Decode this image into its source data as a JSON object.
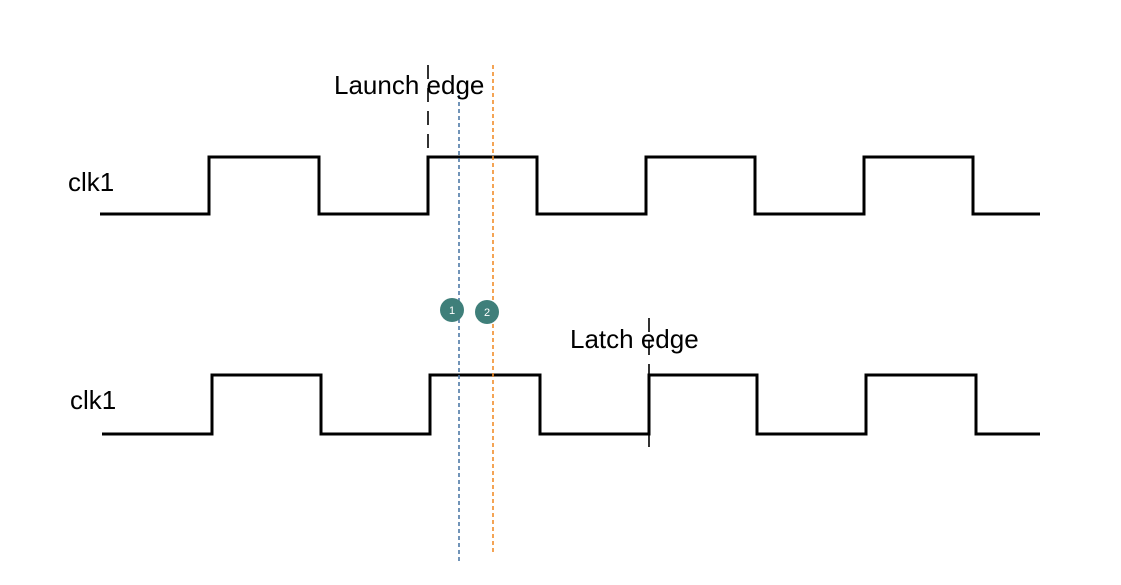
{
  "waveforms": [
    {
      "label": "clk1"
    },
    {
      "label": "clk1"
    }
  ],
  "annotations": {
    "launch_edge": "Launch edge",
    "latch_edge": "Latch edge"
  },
  "markers": [
    {
      "number": "1",
      "color": "#4e79a7"
    },
    {
      "number": "2",
      "color": "#f28e2b"
    }
  ],
  "colors": {
    "waveform": "#000000",
    "badge_fill": "#3f7f7a",
    "edge_marker": "#000000"
  }
}
